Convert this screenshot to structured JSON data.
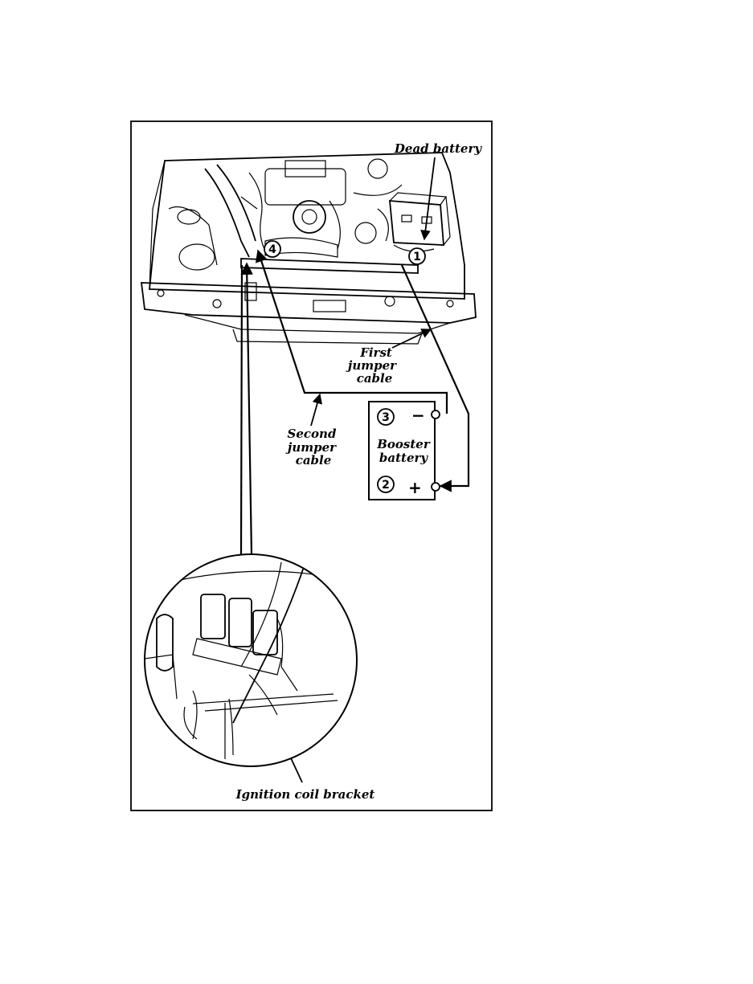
{
  "labels": {
    "dead_battery": "Dead battery",
    "first_cable": [
      "First",
      "jumper",
      "cable"
    ],
    "second_cable": [
      "Second",
      "jumper",
      "cable"
    ],
    "booster_battery": [
      "Booster",
      "battery"
    ],
    "ignition_coil_bracket": "Ignition coil bracket"
  },
  "markers": {
    "m1": "1",
    "m2": "2",
    "m3": "3",
    "m4": "4"
  },
  "terminals": {
    "negative": "−",
    "positive": "+"
  }
}
